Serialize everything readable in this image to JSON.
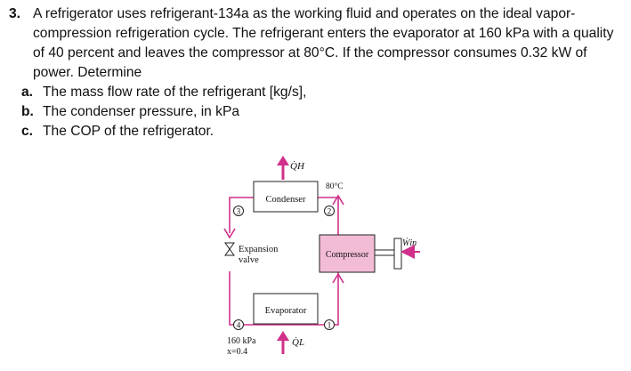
{
  "problem": {
    "number": "3.",
    "statement": "A refrigerator uses refrigerant-134a as the working fluid and operates on the ideal vapor-compression refrigeration cycle. The refrigerant enters the evaporator at 160 kPa with a quality of 40 percent and leaves the compressor at 80°C. If the compressor consumes 0.32 kW of power. Determine",
    "parts": [
      {
        "label": "a.",
        "text": "The mass flow rate of the refrigerant [kg/s],"
      },
      {
        "label": "b.",
        "text": "The condenser pressure, in kPa"
      },
      {
        "label": "c.",
        "text": "The COP of the refrigerator."
      }
    ]
  },
  "diagram": {
    "heat_out_label": "Q̇H",
    "heat_in_label": "Q̇L",
    "work_label": "Ẇin",
    "condenser_label": "Condenser",
    "compressor_label": "Compressor",
    "evaporator_label": "Evaporator",
    "expansion_label_1": "Expansion",
    "expansion_label_2": "valve",
    "temp_label": "80°C",
    "pressure_label": "160 kPa",
    "quality_label": "x=0.4",
    "state_1": "1",
    "state_2": "2",
    "state_3": "3",
    "state_4": "4",
    "colors": {
      "line": "#d0308a",
      "compressor_fill": "#f3bcd6",
      "box_border": "#222222"
    }
  }
}
